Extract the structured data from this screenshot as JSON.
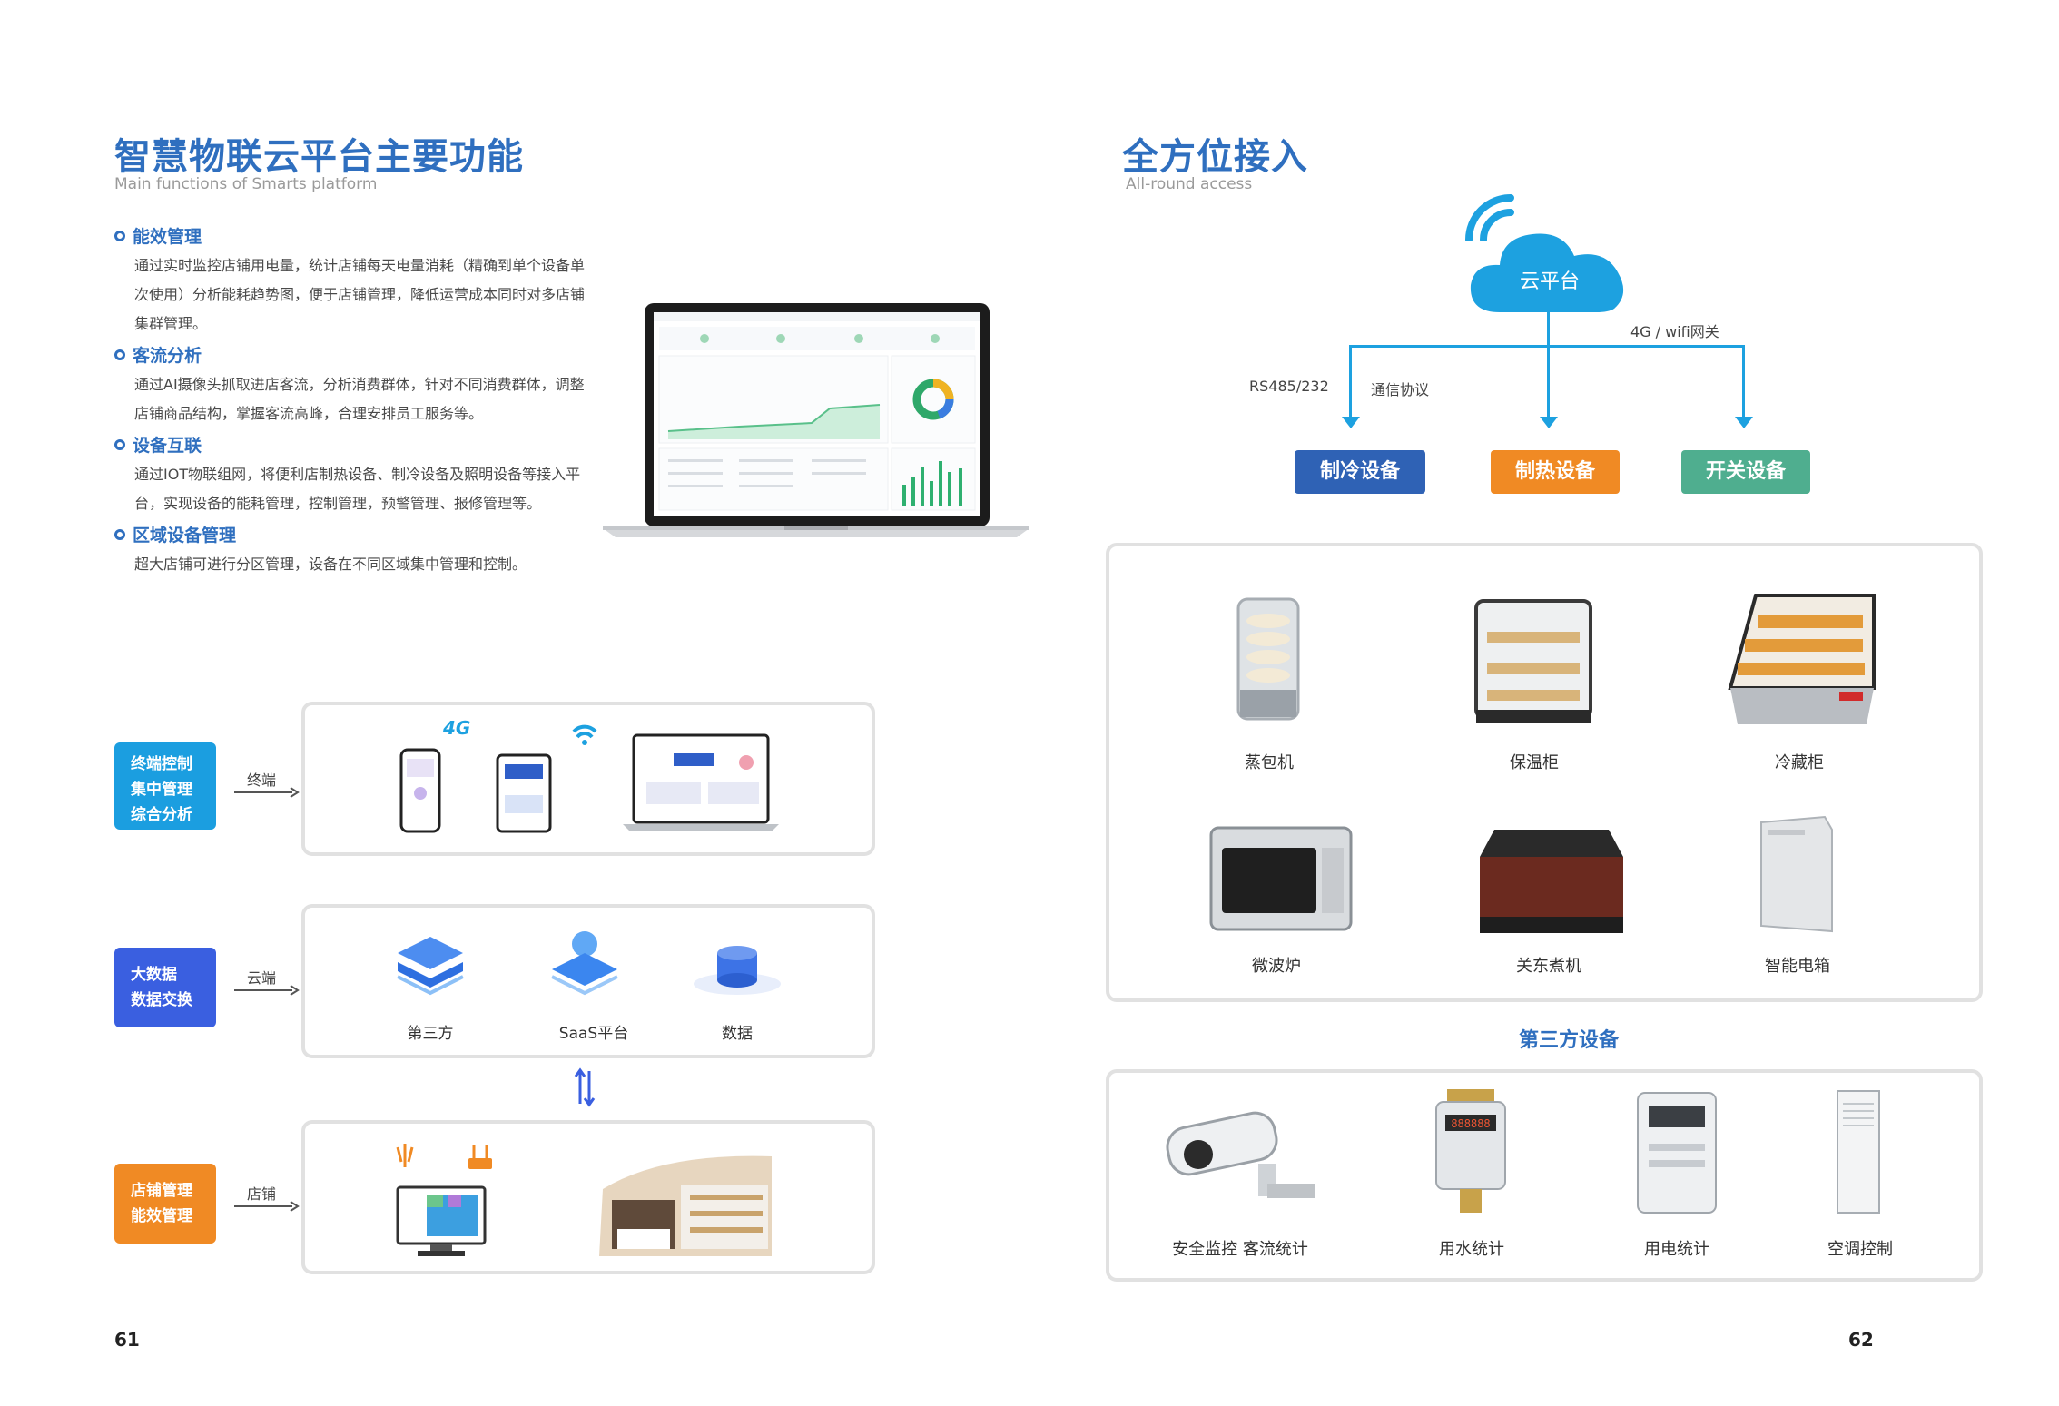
{
  "left": {
    "title": "智慧物联云平台主要功能",
    "subtitle": "Main functions of Smarts platform",
    "sections": [
      {
        "title": "能效管理",
        "text": "通过实时监控店铺用电量，统计店铺每天电量消耗（精确到单个设备单次使用）分析能耗趋势图，便于店铺管理，降低运营成本同时对多店铺集群管理。"
      },
      {
        "title": "客流分析",
        "text": "通过AI摄像头抓取进店客流，分析消费群体，针对不同消费群体，调整店铺商品结构，掌握客流高峰，合理安排员工服务等。"
      },
      {
        "title": "设备互联",
        "text": "通过IOT物联组网，将便利店制热设备、制冷设备及照明设备等接入平台，实现设备的能耗管理，控制管理，预警管理、报修管理等。"
      },
      {
        "title": "区域设备管理",
        "text": "超大店铺可进行分区管理，设备在不同区域集中管理和控制。"
      }
    ],
    "layers": [
      {
        "label_lines": [
          "终端控制",
          "集中管理",
          "综合分析"
        ],
        "arrow_label": "终端",
        "color": "#1b9ee0"
      },
      {
        "label_lines": [
          "大数据",
          "数据交换"
        ],
        "arrow_label": "云端",
        "color": "#3a5fe0",
        "items": [
          "第三方",
          "SaaS平台",
          "数据"
        ]
      },
      {
        "label_lines": [
          "店铺管理",
          "能效管理"
        ],
        "arrow_label": "店铺",
        "color": "#f08a24"
      }
    ],
    "badge_4g": "4G",
    "page_number": "61"
  },
  "right": {
    "title": "全方位接入",
    "subtitle": "All-round access",
    "cloud_label": "云平台",
    "gateway_label": "4G / wifi网关",
    "protocol_left": "RS485/232",
    "protocol_right": "通信协议",
    "tags": [
      {
        "label": "制冷设备",
        "color": "#2f62b5"
      },
      {
        "label": "制热设备",
        "color": "#f08a24"
      },
      {
        "label": "开关设备",
        "color": "#4fae8f"
      }
    ],
    "devices": [
      "蒸包机",
      "保温柜",
      "冷藏柜",
      "微波炉",
      "关东煮机",
      "智能电箱"
    ],
    "third_party_title": "第三方设备",
    "third_party": [
      "安全监控 客流统计",
      "用水统计",
      "用电统计",
      "空调控制"
    ],
    "page_number": "62"
  }
}
